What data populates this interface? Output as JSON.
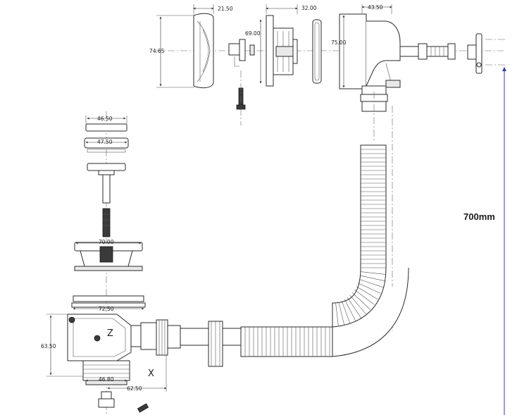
{
  "dimensions": {
    "d_21_50": "21.50",
    "d_32_00": "32.00",
    "d_43_50": "43.50",
    "d_74_65": "74.65",
    "d_69_00": "69.00",
    "d_75_00": "75.00",
    "d_46_50": "46.50",
    "d_47_50": "47.50",
    "d_70_00": "70.00",
    "d_72_50": "72.50",
    "d_63_50": "63.50",
    "d_46_80": "46.80",
    "d_62_50": "62.50"
  },
  "markers": {
    "z": "Z",
    "x": "X"
  },
  "overall_length": "700mm",
  "colors": {
    "line": "#2a2a2a",
    "accent_arrow": "#3a3a9a"
  }
}
